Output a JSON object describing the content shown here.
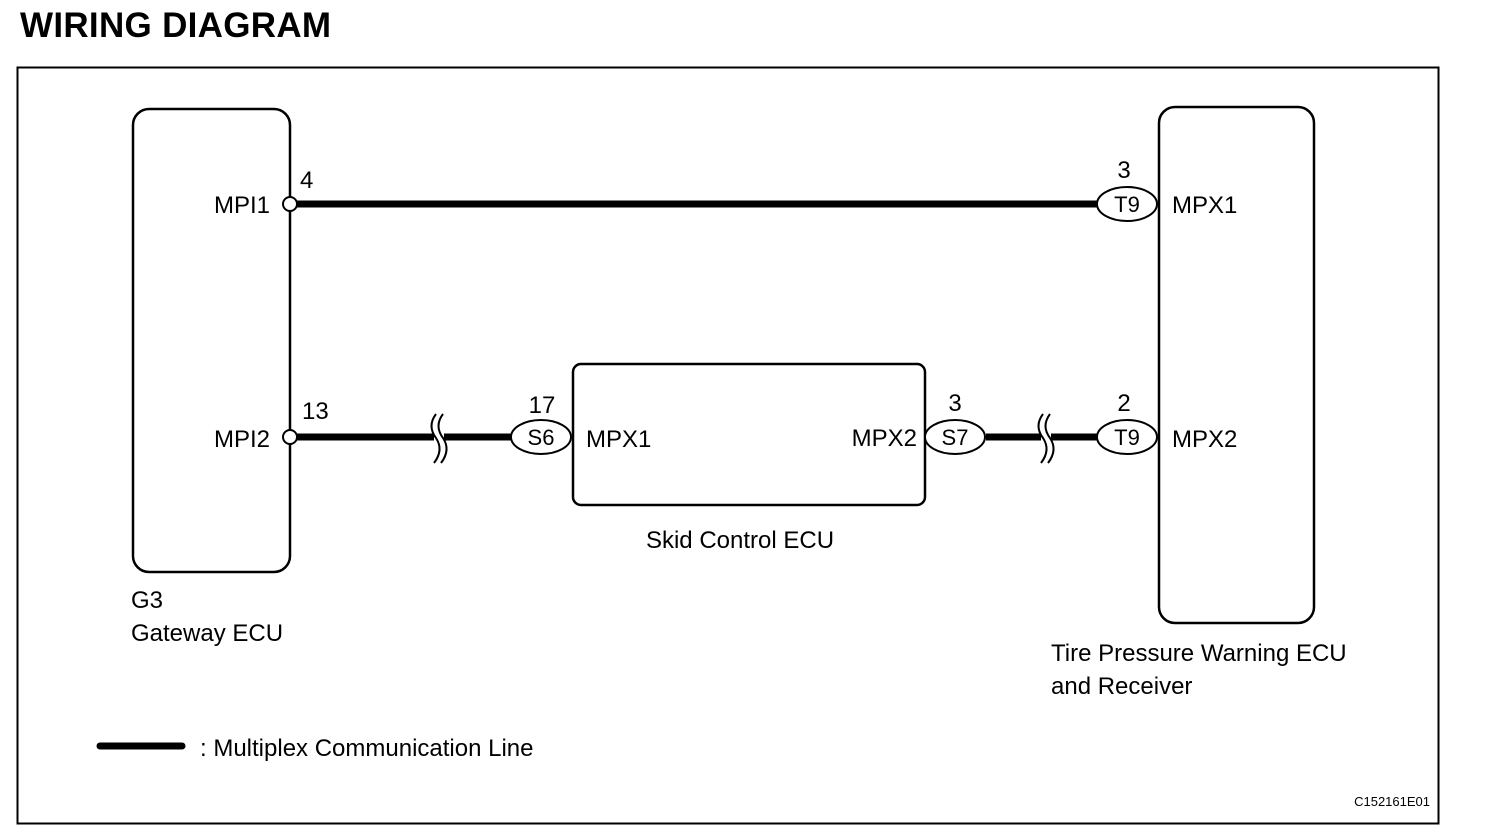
{
  "page_title": "WIRING DIAGRAM",
  "colors": {
    "line": "#000000",
    "background": "#ffffff"
  },
  "gateway": {
    "code": "G3",
    "name": "Gateway ECU",
    "pin_top": {
      "label": "MPI1",
      "number": "4"
    },
    "pin_bottom": {
      "label": "MPI2",
      "number": "13"
    }
  },
  "skid": {
    "name": "Skid Control ECU",
    "left_pin": {
      "label": "MPX1",
      "number": "17",
      "connector": "S6"
    },
    "right_pin": {
      "label": "MPX2",
      "number": "3",
      "connector": "S7"
    }
  },
  "tpws": {
    "name_line1": "Tire Pressure Warning ECU",
    "name_line2": "and Receiver",
    "pin_top": {
      "label": "MPX1",
      "number": "3",
      "connector": "T9"
    },
    "pin_bottom": {
      "label": "MPX2",
      "number": "2",
      "connector": "T9"
    }
  },
  "legend": {
    "text": ": Multiplex Communication Line"
  },
  "figure_code": "C152161E01"
}
